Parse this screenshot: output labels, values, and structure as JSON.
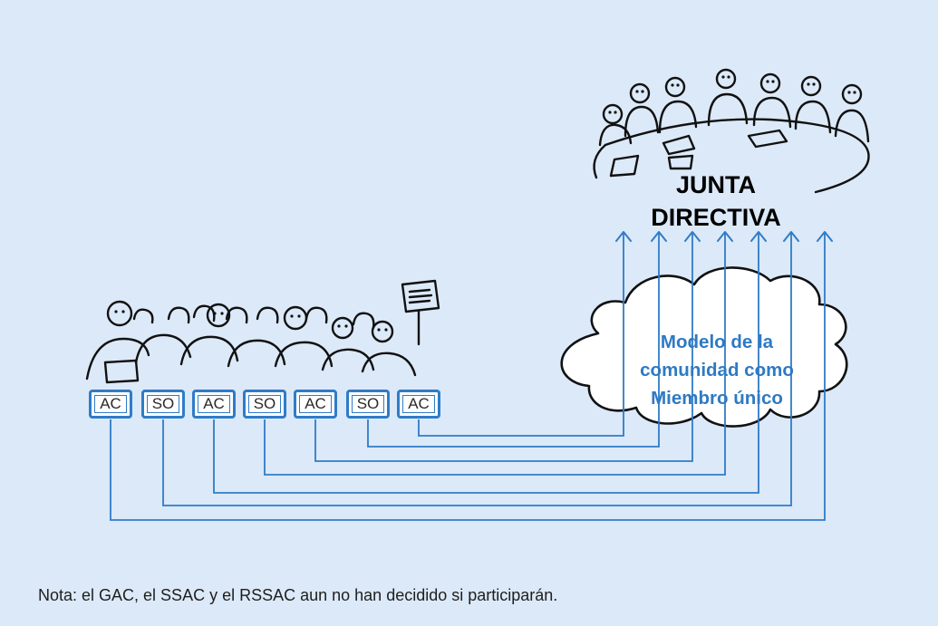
{
  "diagram": {
    "board": {
      "title_line1": "JUNTA",
      "title_line2": "DIRECTIVA"
    },
    "cloud": {
      "line1": "Modelo de la",
      "line2": "comunidad como",
      "line3": "Miembro único"
    },
    "groups": [
      {
        "label": "AC"
      },
      {
        "label": "SO"
      },
      {
        "label": "AC"
      },
      {
        "label": "SO"
      },
      {
        "label": "AC"
      },
      {
        "label": "SO"
      },
      {
        "label": "AC"
      }
    ],
    "note": "Nota: el GAC, el SSAC y el RSSAC aun no han decidido si participarán.",
    "colors": {
      "background": "#dce9f8",
      "connector_blue": "#2f7cc7",
      "cloud_text": "#2e7ac4",
      "sketch_ink": "#111111"
    }
  }
}
